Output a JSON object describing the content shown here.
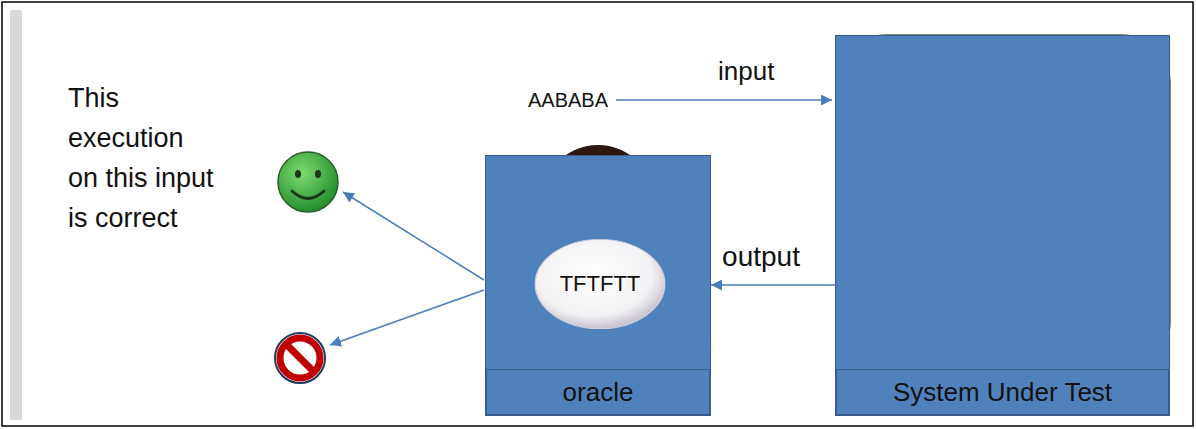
{
  "diagram": {
    "nodes": [
      {
        "text": [
          "oracle"
        ]
      },
      {
        "text": [
          "TFTFTT"
        ],
        "in": 0
      },
      {
        "text": [
          "System Under Test"
        ]
      }
    ],
    "edges": [
      {
        "from": 2,
        "to": 0,
        "arrow": "to",
        "label": "output"
      }
    ],
    "labels": [
      "This execution on this input is correct",
      "AABABA",
      "input"
    ]
  }
}
